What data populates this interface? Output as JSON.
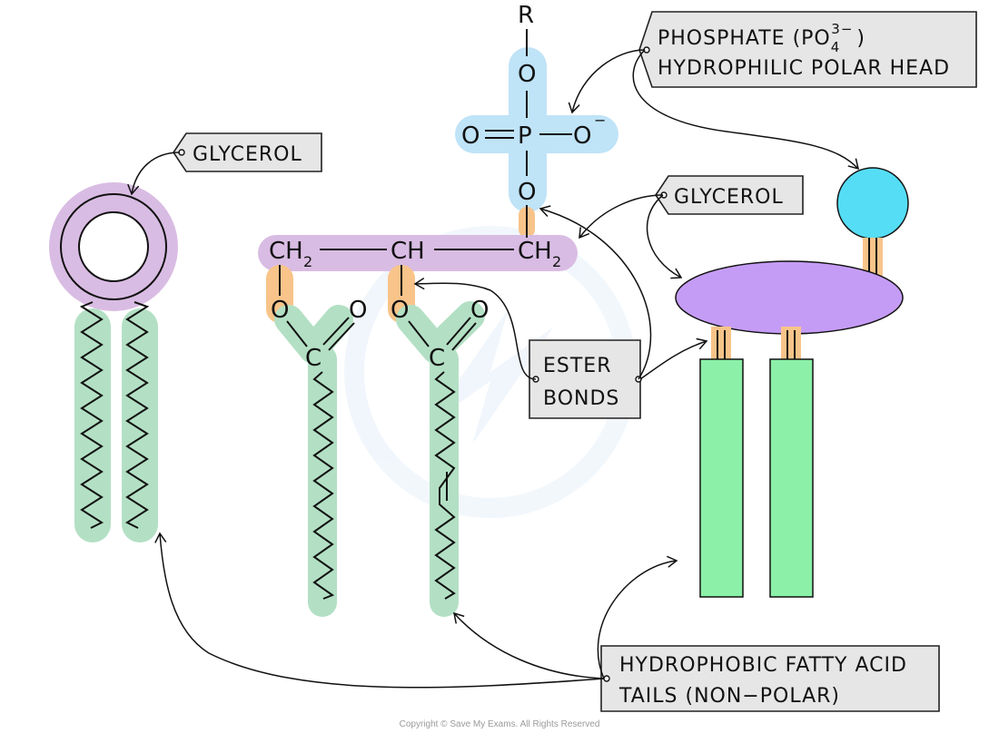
{
  "atoms": {
    "r": "R",
    "o": "O",
    "p": "P",
    "c": "C",
    "o_minus_charge": "−",
    "ch2": "CH",
    "ch": "CH",
    "sub2": "2"
  },
  "labels": {
    "glycerol_left": "GLYCEROL",
    "glycerol_right": "GLYCEROL",
    "phosphate_line1_prefix": "PHOSPHATE (PO",
    "phosphate_sub": "4",
    "phosphate_sup": "3−",
    "phosphate_line1_suffix": ")",
    "phosphate_line2": "HYDROPHILIC POLAR HEAD",
    "ester_line1": "ESTER",
    "ester_line2": "BONDS",
    "tails_line1": "HYDROPHOBIC FATTY ACID",
    "tails_line2": "TAILS (NON−POLAR)"
  },
  "footer": {
    "copyright": "Copyright © Save My Exams. All Rights Reserved"
  },
  "colors": {
    "phosphate_highlight": "#bfe3f7",
    "glycerol_highlight": "#d9bce3",
    "ester_highlight": "#f8c48a",
    "tail_highlight": "#b3e0c4",
    "head_circle": "#55ddf5",
    "glycerol_ellipse": "#c59cf5",
    "tail_rect": "#8cf0a8",
    "label_tag": "#e6e6e6"
  }
}
